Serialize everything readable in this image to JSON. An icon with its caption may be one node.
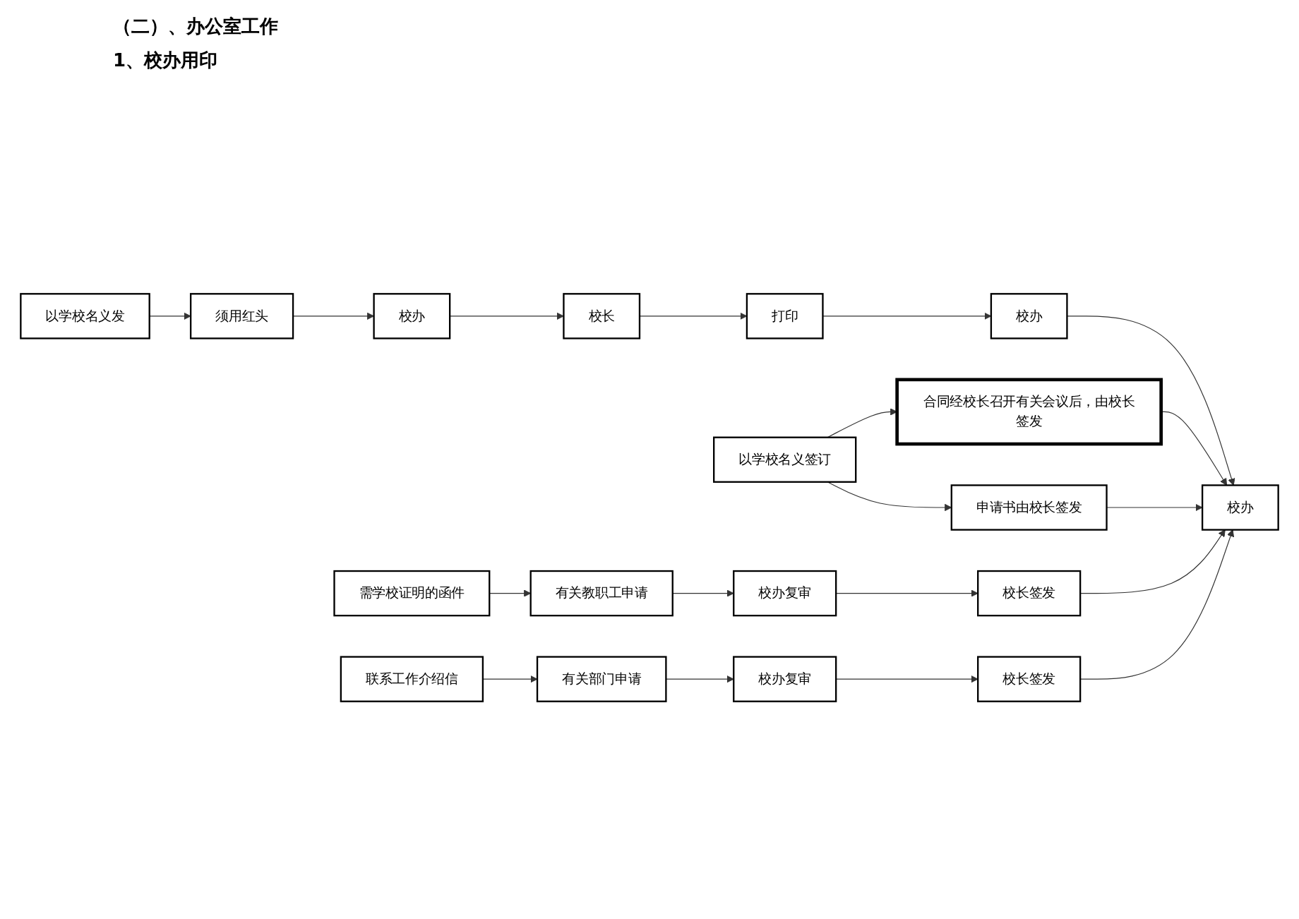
{
  "diagram": {
    "title": "（二）、办公室工作",
    "nodes": [
      {
        "text": [
          "以学校名义发"
        ]
      },
      {
        "text": [
          "须用红头"
        ]
      },
      {
        "text": [
          "校办"
        ]
      },
      {
        "text": [
          "校长"
        ]
      },
      {
        "text": [
          "打印"
        ]
      },
      {
        "text": [
          "校办"
        ]
      },
      {
        "text": [
          "以学校名义签订"
        ]
      },
      {
        "text": [
          "合同经校长召开有关会议后，由校长签发"
        ]
      },
      {
        "text": [
          "申请书由校长签发"
        ]
      },
      {
        "text": [
          "校办"
        ]
      },
      {
        "text": [
          "需学校证明的函件"
        ]
      },
      {
        "text": [
          "有关教职工申请"
        ]
      },
      {
        "text": [
          "校办复审"
        ]
      },
      {
        "text": [
          "校长签发"
        ]
      },
      {
        "text": [
          "联系工作介绍信"
        ]
      },
      {
        "text": [
          "有关部门申请"
        ]
      },
      {
        "text": [
          "校办复审"
        ]
      },
      {
        "text": [
          "校长签发"
        ]
      }
    ],
    "edges": [
      {
        "from": 0,
        "to": 1,
        "arrow": "to"
      },
      {
        "from": 1,
        "to": 2,
        "arrow": "to"
      },
      {
        "from": 2,
        "to": 3,
        "arrow": "to"
      },
      {
        "from": 3,
        "to": 4,
        "arrow": "to"
      },
      {
        "from": 4,
        "to": 5,
        "arrow": "to"
      },
      {
        "from": 5,
        "to": 9,
        "arrow": "to"
      },
      {
        "from": 6,
        "to": 7,
        "arrow": "to"
      },
      {
        "from": 6,
        "to": 8,
        "arrow": "to"
      },
      {
        "from": 7,
        "to": 9,
        "arrow": "to"
      },
      {
        "from": 8,
        "to": 9,
        "arrow": "to"
      },
      {
        "from": 10,
        "to": 11,
        "arrow": "to"
      },
      {
        "from": 11,
        "to": 12,
        "arrow": "to"
      },
      {
        "from": 12,
        "to": 13,
        "arrow": "to"
      },
      {
        "from": 13,
        "to": 9,
        "arrow": "to"
      },
      {
        "from": 14,
        "to": 15,
        "arrow": "to"
      },
      {
        "from": 15,
        "to": 16,
        "arrow": "to"
      },
      {
        "from": 16,
        "to": 17,
        "arrow": "to"
      },
      {
        "from": 17,
        "to": 9,
        "arrow": "to"
      }
    ],
    "labels": [
      "1、校办用印"
    ]
  }
}
